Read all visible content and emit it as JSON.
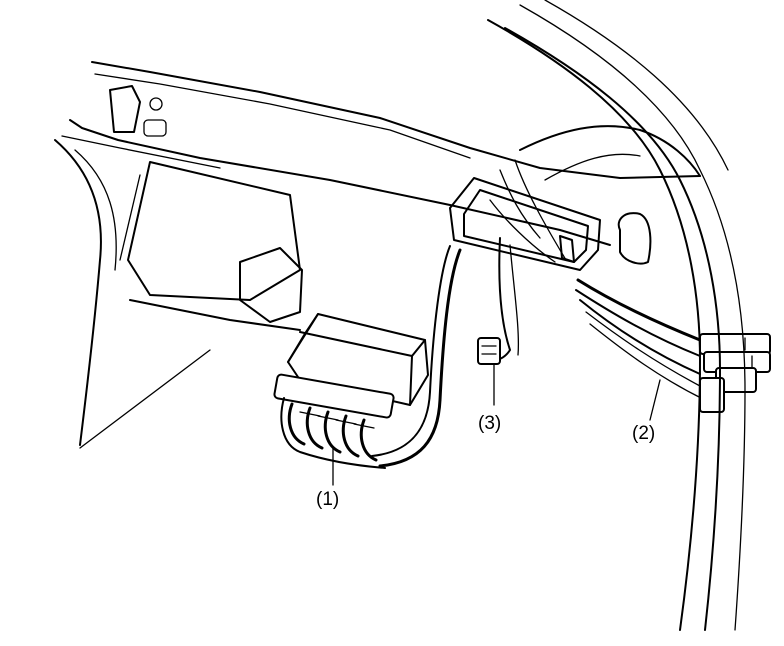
{
  "callouts": {
    "part1": "(1)",
    "part2": "(2)",
    "part3": "(3)"
  },
  "colors": {
    "line": "#000000",
    "background": "#ffffff"
  }
}
